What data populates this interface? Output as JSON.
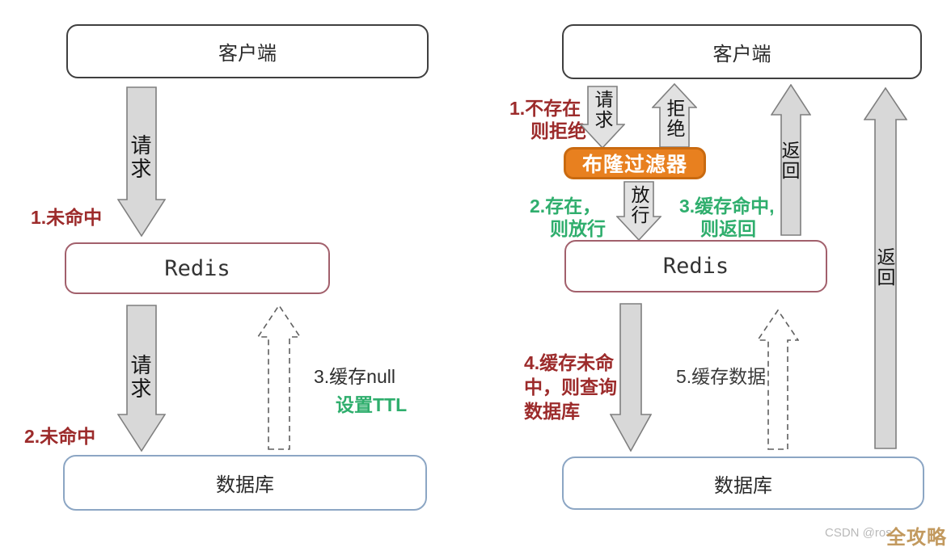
{
  "left": {
    "client": "客户端",
    "redis": "Redis",
    "database": "数据库",
    "arrow1": "请求",
    "arrow2": "请求",
    "step1": "1.未命中",
    "step2": "2.未命中",
    "step3a": "3.缓存null",
    "step3b": "设置TTL"
  },
  "right": {
    "client": "客户端",
    "bloom": "布隆过滤器",
    "redis": "Redis",
    "database": "数据库",
    "req": "请求",
    "reject": "拒绝",
    "pass": "放行",
    "ret1": "返回",
    "ret2": "返回",
    "step1a": "1.不存在",
    "step1b": "则拒绝",
    "step2a": "2.存在，",
    "step2b": "则放行",
    "step3a": "3.缓存命中,",
    "step3b": "则返回",
    "step4a": "4.缓存未命",
    "step4b": "中，则查询",
    "step4c": "数据库",
    "step5": "5.缓存数据"
  },
  "watermark": {
    "handle": "CSDN @ros",
    "brand": "全攻略"
  },
  "colors": {
    "bloom_fill": "#e8801f",
    "bloom_border": "#c96a10",
    "redis_border": "#a2606c",
    "database_border": "#8ca6c4",
    "client_border": "#3f3f3f",
    "arrow_fill": "#d8d8d8",
    "arrow_stroke": "#7f7f7f",
    "step_red": "#9c2b2b",
    "step_green": "#2fae6d",
    "brand_gold": "#c2995e"
  }
}
